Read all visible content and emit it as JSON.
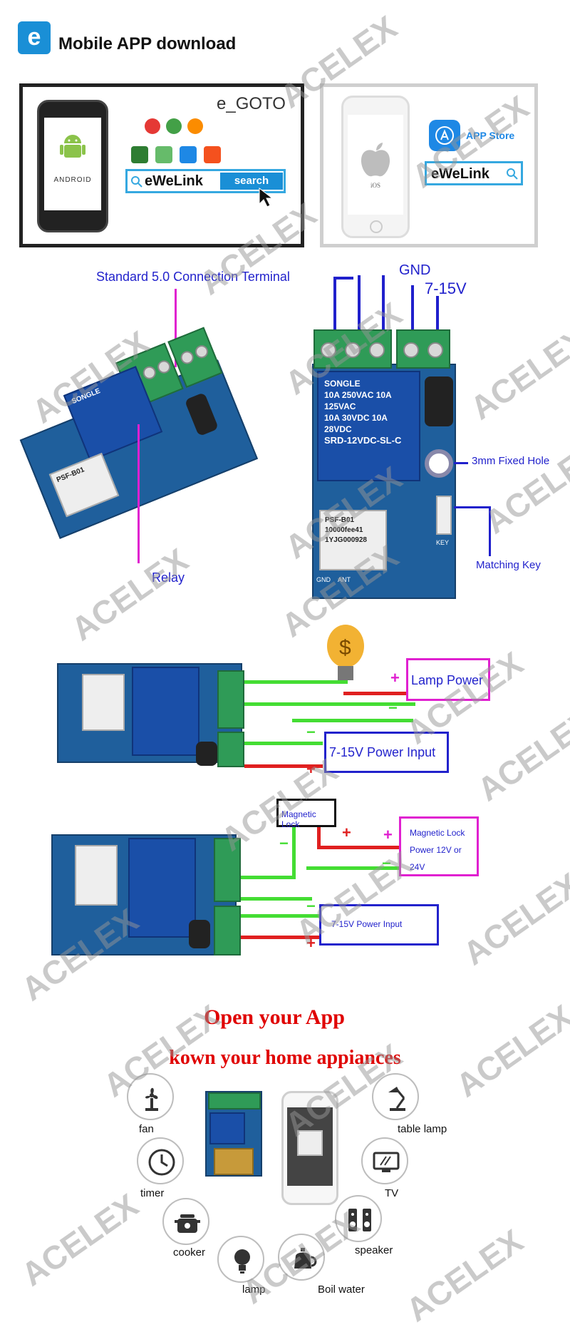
{
  "header": {
    "logo_letter": "e",
    "title": "Mobile APP download"
  },
  "android_panel": {
    "os_text": "ANDROID",
    "store_text": "e_GOTO",
    "app_name": "eWeLink",
    "search_label": "search"
  },
  "ios_panel": {
    "os_text": "iOS",
    "store_text": "APP Store",
    "app_name": "eWeLink"
  },
  "diagram1": {
    "terminal_label": "Standard 5.0 Connection Terminal",
    "relay_label": "Relay",
    "gnd_label": "GND",
    "voltage_label": "7-15V",
    "hole_label": "3mm  Fixed Hole",
    "key_label": "Matching Key",
    "relay_brand": "SONGLE",
    "relay_rating": "10A 250VAC 10A 125VAC",
    "relay_rating2": "10A 30VDC 10A 28VDC",
    "relay_model": "SRD-12VDC-SL-C",
    "module_line1": "PSF-B01",
    "module_line2": "10000fee41",
    "module_line3": "1YJG000928",
    "key_text": "KEY",
    "ant_text": "ANT",
    "gnd_pcb": "GND"
  },
  "diagram2": {
    "lamp_power": "Lamp Power",
    "power_input": "7-15V Power Input",
    "plus": "+",
    "minus": "−"
  },
  "diagram3": {
    "magnetic_lock": "Magnetic Lock",
    "lock_power_l1": "Magnetic Lock",
    "lock_power_l2": "Power 12V or",
    "lock_power_l3": "24V",
    "power_input": "7-15V Power Input"
  },
  "bottom": {
    "line1": "Open your App",
    "line2": "kown your home appiances",
    "labels": {
      "fan": "fan",
      "timer": "timer",
      "cooker": "cooker",
      "lamp": "lamp",
      "boil_water": "Boil water",
      "speaker": "speaker",
      "tv": "TV",
      "table_lamp": "table lamp"
    }
  },
  "watermark": "ACELEX",
  "colors": {
    "accent_blue": "#1a8fd6",
    "wire_green": "#44dd33",
    "wire_red": "#e02020",
    "label_blue": "#2222cc",
    "magenta": "#e020d0",
    "title_red": "#e00000"
  }
}
